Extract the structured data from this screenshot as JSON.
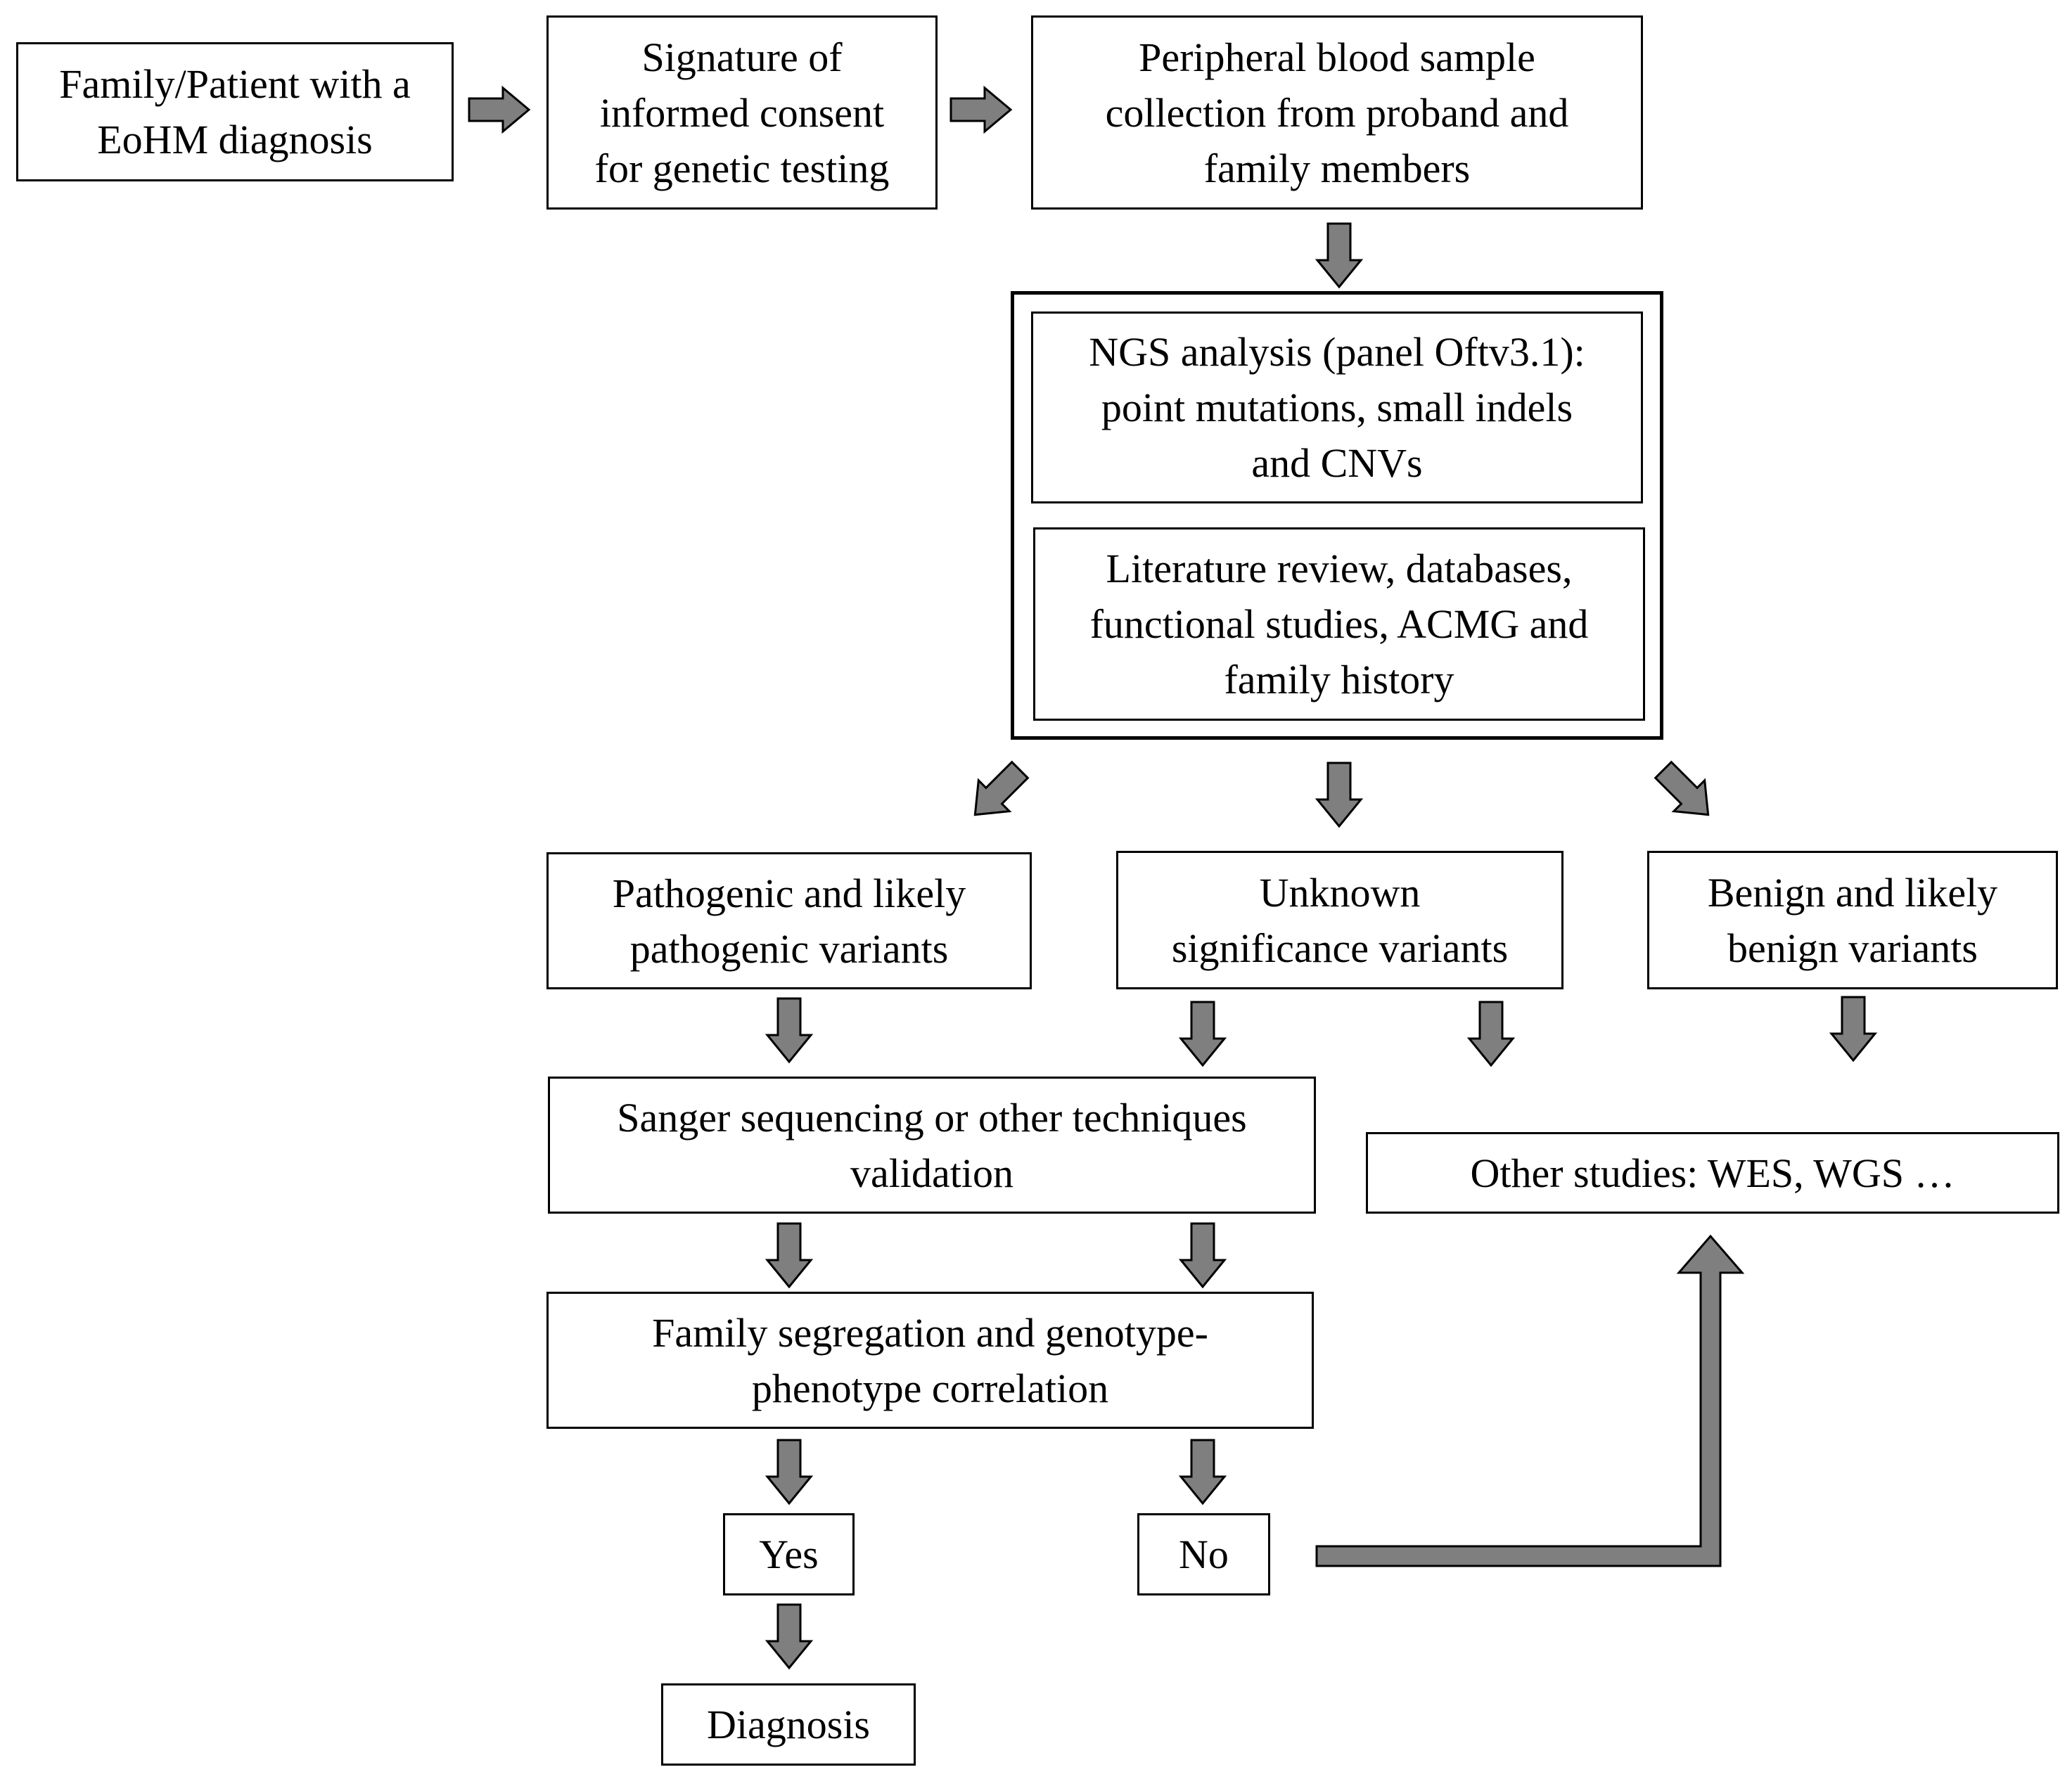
{
  "nodes": {
    "patient": "Family/Patient with a\nEoHM diagnosis",
    "consent": "Signature of\ninformed consent\nfor genetic testing",
    "blood": "Peripheral blood sample\ncollection from proband and\nfamily members",
    "ngs": "NGS analysis (panel Oftv3.1):\npoint mutations, small indels\nand CNVs",
    "literature": "Literature review, databases,\nfunctional studies, ACMG and\nfamily history",
    "pathogenic": "Pathogenic and likely\npathogenic variants",
    "unknown": "Unknown\nsignificance variants",
    "benign": "Benign and likely\nbenign variants",
    "sanger": "Sanger sequencing or other techniques\nvalidation",
    "other_studies": "Other studies: WES, WGS …",
    "segregation": "Family segregation and genotype-\nphenotype correlation",
    "yes": "Yes",
    "no": "No",
    "diagnosis": "Diagnosis"
  },
  "colors": {
    "arrow_fill": "#7f7f7f",
    "arrow_stroke": "#000000",
    "border": "#000000"
  }
}
